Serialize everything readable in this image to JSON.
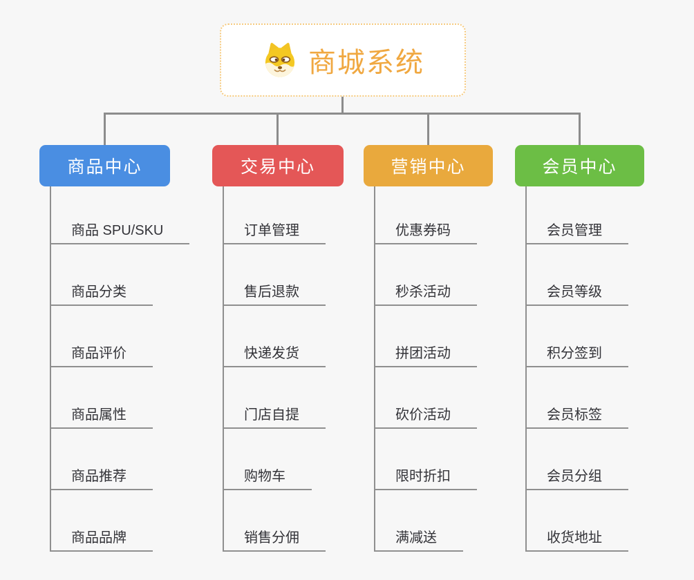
{
  "root": {
    "title": "商城系统",
    "icon": "shiba-dog-icon",
    "text_color": "#F0A841",
    "border_color": "#F6CA7E",
    "background": "#FFFFFF"
  },
  "canvas": {
    "background": "#F7F7F7",
    "connector_color": "#8C8C8C"
  },
  "branches": [
    {
      "title": "商品中心",
      "color": "#4A8EE2",
      "items": [
        "商品 SPU/SKU",
        "商品分类",
        "商品评价",
        "商品属性",
        "商品推荐",
        "商品品牌"
      ]
    },
    {
      "title": "交易中心",
      "color": "#E45757",
      "items": [
        "订单管理",
        "售后退款",
        "快递发货",
        "门店自提",
        "购物车",
        "销售分佣"
      ]
    },
    {
      "title": "营销中心",
      "color": "#E9A93D",
      "items": [
        "优惠券码",
        "秒杀活动",
        "拼团活动",
        "砍价活动",
        "限时折扣",
        "满减送"
      ]
    },
    {
      "title": "会员中心",
      "color": "#6CBE45",
      "items": [
        "会员管理",
        "会员等级",
        "积分签到",
        "会员标签",
        "会员分组",
        "收货地址"
      ]
    }
  ]
}
